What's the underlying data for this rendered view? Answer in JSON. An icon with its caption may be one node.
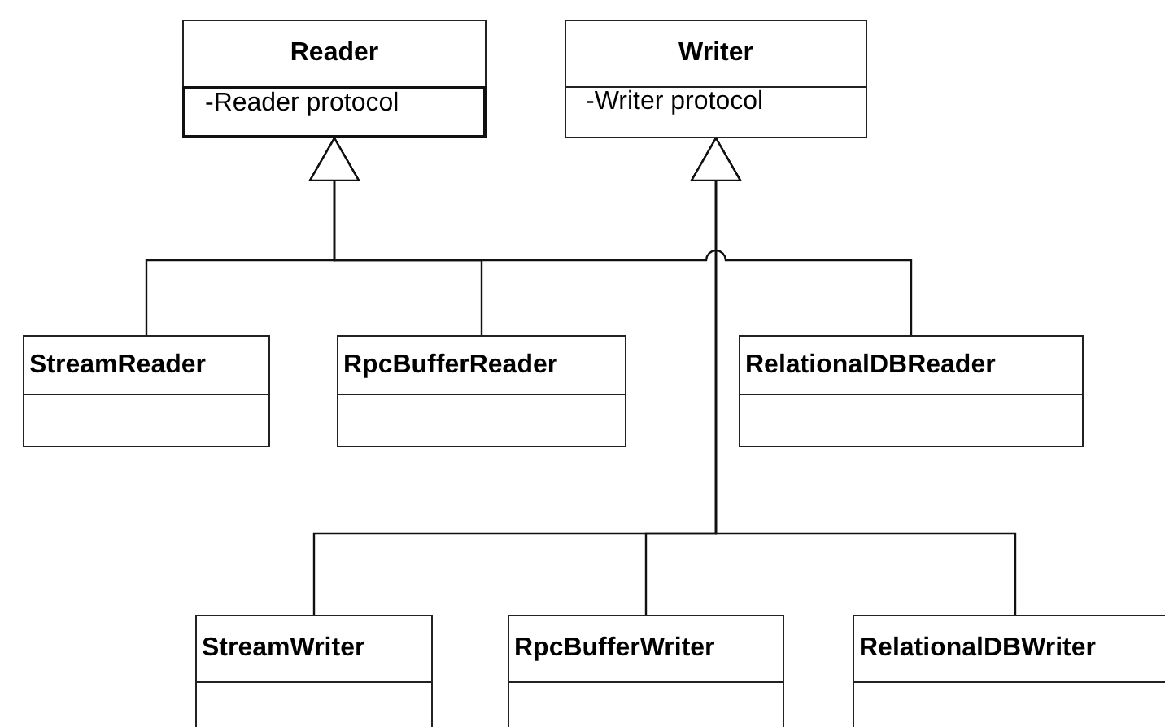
{
  "diagram": {
    "nodes": [
      {
        "text": [
          "Reader",
          "-Reader protocol"
        ]
      },
      {
        "text": [
          "Writer",
          "-Writer protocol"
        ]
      },
      {
        "text": [
          "StreamReader"
        ]
      },
      {
        "text": [
          "RpcBufferReader"
        ]
      },
      {
        "text": [
          "RelationalDBReader"
        ]
      },
      {
        "text": [
          "StreamWriter"
        ]
      },
      {
        "text": [
          "RpcBufferWriter"
        ]
      },
      {
        "text": [
          "RelationalDBWriter"
        ]
      }
    ],
    "edges": [
      {
        "from": 2,
        "to": 0,
        "arrow": "to"
      },
      {
        "from": 3,
        "to": 0,
        "arrow": "to"
      },
      {
        "from": 4,
        "to": 0,
        "arrow": "to"
      },
      {
        "from": 5,
        "to": 1,
        "arrow": "to"
      },
      {
        "from": 6,
        "to": 1,
        "arrow": "to"
      },
      {
        "from": 7,
        "to": 1,
        "arrow": "to"
      }
    ]
  }
}
